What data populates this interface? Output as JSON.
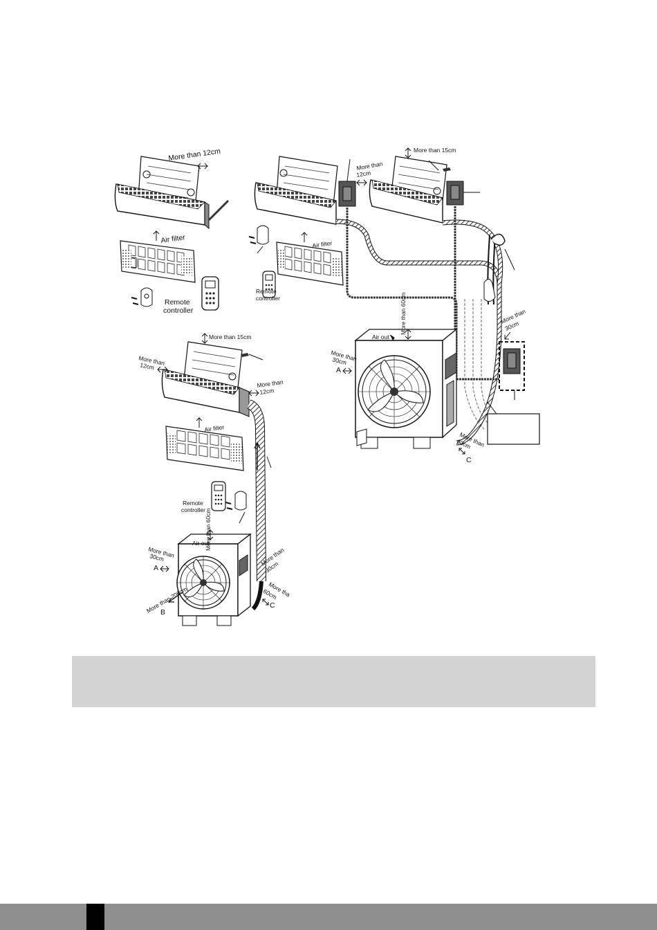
{
  "diagram": {
    "labels": {
      "tl_more_than_12cm": "More than 12cm",
      "tl_air_filter": "Air filter",
      "tl_remote": "Remote",
      "tl_controller": "controller",
      "tr_more_than_15cm": "More than 15cm",
      "tr_more_than": "More than",
      "tr_12cm": "12cm",
      "tr_air_filter": "Air filter",
      "tr_remote": "Remote",
      "tr_controller": "controller",
      "tr_more_than_60cm": "More than 60cm",
      "tr_air_out": "Air out",
      "tr_left_more_than": "More than",
      "tr_left_30cm": "30cm",
      "tr_a": "A",
      "tr_right_more_than": "More than",
      "tr_right_30cm": "30cm",
      "tr_bottom_more_than": "More than",
      "tr_bottom_60cm": "60cm",
      "tr_c": "C",
      "bl_more_than_15cm": "More than 15cm",
      "bl_more_than": "More than",
      "bl_12cm": "12cm",
      "bl_right_more_than": "More than",
      "bl_right_12cm": "12cm",
      "bl_air_filter": "Air filter",
      "bl_remote": "Remote",
      "bl_controller": "controller",
      "bl_more_than_60cm": "More than 60cm",
      "bl_air_out": "Air out",
      "bl_left_more_than": "More than",
      "bl_left_30cm": "30cm",
      "bl_a": "A",
      "bl_more_than_200cm": "More than 200cm",
      "bl_b": "B",
      "bl_right_more_than_30": "More than",
      "bl_right_30cm": "30cm",
      "bl_more_tha": "More tha",
      "bl_60cm": "60cm",
      "bl_c": "C"
    }
  },
  "note": {
    "text": ""
  },
  "footer": {
    "page_number": ""
  }
}
